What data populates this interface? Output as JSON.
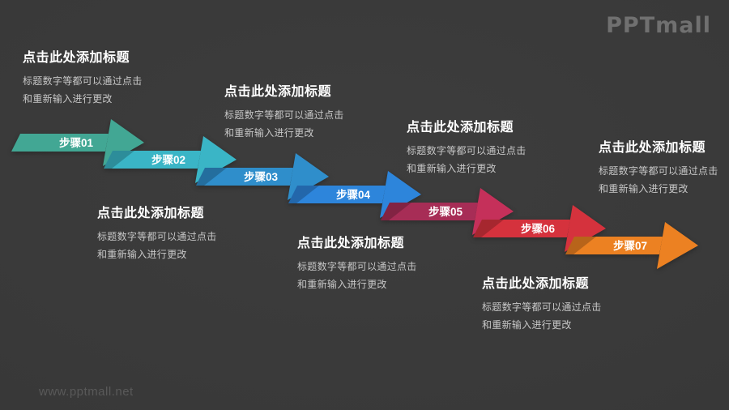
{
  "slide": {
    "background_color": "#3a3a3a",
    "logo_text": "PPTmall",
    "watermark_text": "www.pptmall.net"
  },
  "placeholder_text": {
    "title": "点击此处添加标题",
    "line1": "标题数字等都可以通过点击",
    "line2": "和重新输入进行更改"
  },
  "steps": [
    {
      "label": "步骤01",
      "color": "#42A794"
    },
    {
      "label": "步骤02",
      "color": "#3AB5C6"
    },
    {
      "label": "步骤03",
      "color": "#2F8ECB"
    },
    {
      "label": "步骤04",
      "color": "#2D85DB"
    },
    {
      "label": "步骤05",
      "color": "#A72D56",
      "head_color": "#C5305A"
    },
    {
      "label": "步骤06",
      "color": "#D5323D"
    },
    {
      "label": "步骤07",
      "color": "#EC8122"
    }
  ]
}
